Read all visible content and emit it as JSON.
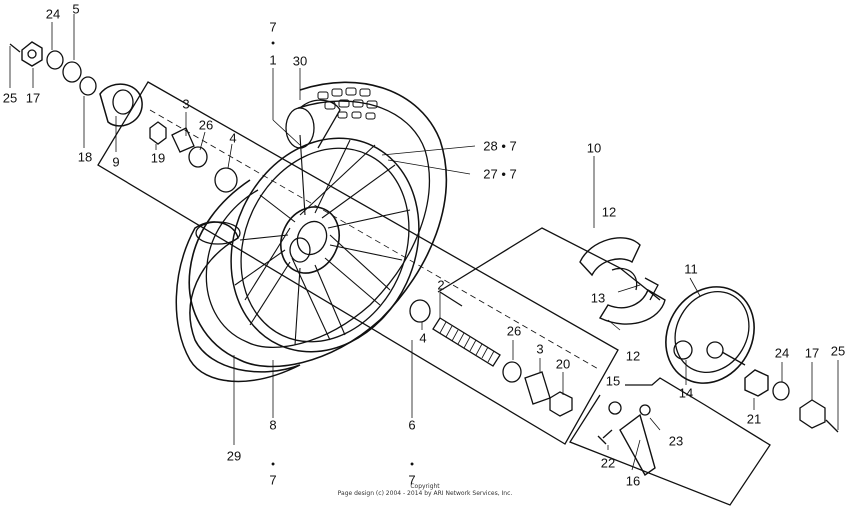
{
  "diagram": {
    "parts": [
      {
        "id": "p25a",
        "label": "25"
      },
      {
        "id": "p17a",
        "label": "17"
      },
      {
        "id": "p24a",
        "label": "24"
      },
      {
        "id": "p5",
        "label": "5"
      },
      {
        "id": "p18",
        "label": "18"
      },
      {
        "id": "p9",
        "label": "9"
      },
      {
        "id": "p19",
        "label": "19"
      },
      {
        "id": "p3a",
        "label": "3"
      },
      {
        "id": "p26a",
        "label": "26"
      },
      {
        "id": "p4a",
        "label": "4"
      },
      {
        "id": "p7top",
        "label": "7"
      },
      {
        "id": "p1",
        "label": "1"
      },
      {
        "id": "p30",
        "label": "30"
      },
      {
        "id": "p28",
        "label": "28 • 7"
      },
      {
        "id": "p27",
        "label": "27 • 7"
      },
      {
        "id": "p10",
        "label": "10"
      },
      {
        "id": "p12a",
        "label": "12"
      },
      {
        "id": "p11",
        "label": "11"
      },
      {
        "id": "p13",
        "label": "13"
      },
      {
        "id": "p12b",
        "label": "12"
      },
      {
        "id": "p2",
        "label": "2"
      },
      {
        "id": "p4b",
        "label": "4"
      },
      {
        "id": "p26b",
        "label": "26"
      },
      {
        "id": "p3b",
        "label": "3"
      },
      {
        "id": "p20",
        "label": "20"
      },
      {
        "id": "p15",
        "label": "15"
      },
      {
        "id": "p14",
        "label": "14"
      },
      {
        "id": "p24b",
        "label": "24"
      },
      {
        "id": "p17b",
        "label": "17"
      },
      {
        "id": "p25b",
        "label": "25"
      },
      {
        "id": "p21",
        "label": "21"
      },
      {
        "id": "p23",
        "label": "23"
      },
      {
        "id": "p22",
        "label": "22"
      },
      {
        "id": "p16",
        "label": "16"
      },
      {
        "id": "p29",
        "label": "29"
      },
      {
        "id": "p8",
        "label": "8"
      },
      {
        "id": "p7b",
        "label": "7"
      },
      {
        "id": "p6",
        "label": "6"
      },
      {
        "id": "p7c",
        "label": "7"
      }
    ],
    "copyright_line1": "Copyright",
    "copyright_line2": "Page design (c) 2004 - 2014 by ARI Network Services, Inc."
  }
}
